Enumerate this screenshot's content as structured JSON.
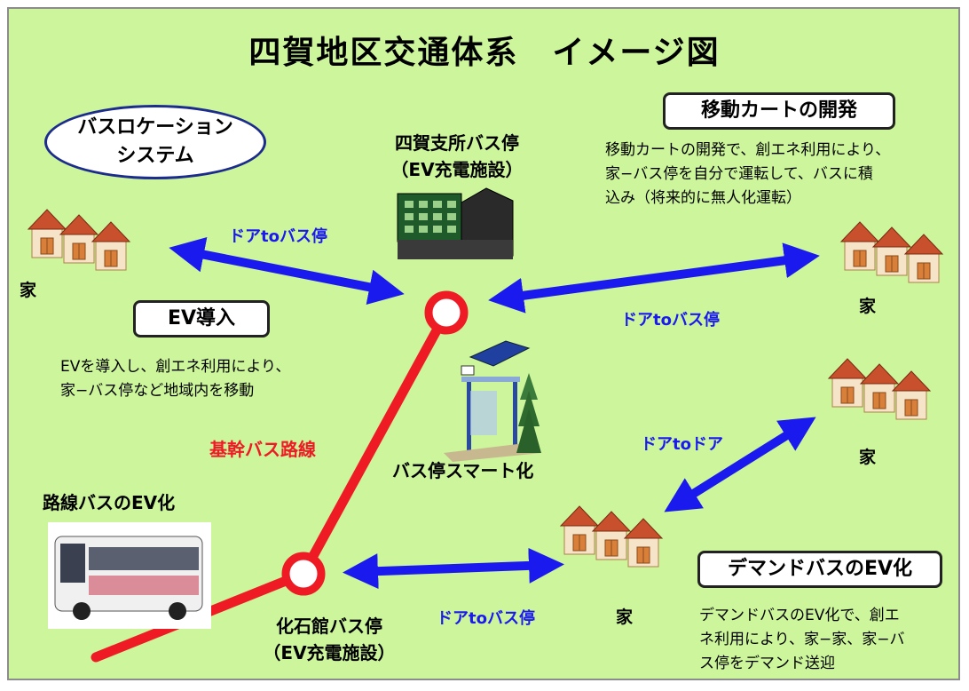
{
  "title": "四賀地区交通体系　イメージ図",
  "bus_location": {
    "line1": "バスロケーション",
    "line2": "システム"
  },
  "shiga_stop": {
    "line1": "四賀支所バス停",
    "line2": "（EV充電施設）"
  },
  "mobile_cart": {
    "heading": "移動カートの開発",
    "desc": [
      "移動カートの開発で、創エネ利用により、",
      "家−バス停を自分で運転して、バスに積",
      "込み（将来的に無人化運転）"
    ]
  },
  "ev_intro": {
    "heading": "EV導入",
    "desc": [
      "EVを導入し、創エネ利用により、",
      "家−バス停など地域内を移動"
    ]
  },
  "trunk_route": "基幹バス路線",
  "smart_stop": "バス停スマート化",
  "route_bus_ev": "路線バスのEV化",
  "kaseki_stop": {
    "line1": "化石館バス停",
    "line2": "（EV充電施設）"
  },
  "demand_bus": {
    "heading": "デマンドバスのEV化",
    "desc": [
      "デマンドバスのEV化で、創エ",
      "ネ利用により、家−家、家−バ",
      "ス停をデマンド送迎"
    ]
  },
  "arrows": {
    "door_to_stop_1": "ドアtoバス停",
    "door_to_stop_2": "ドアtoバス停",
    "door_to_door": "ドアtoドア",
    "door_to_stop_3": "ドアtoバス停"
  },
  "houses": {
    "h1": "家",
    "h2": "家",
    "h3": "家",
    "h4": "家"
  },
  "colors": {
    "background": "#ccf59c",
    "route": "#ee1b24",
    "arrow": "#1a1aee"
  }
}
